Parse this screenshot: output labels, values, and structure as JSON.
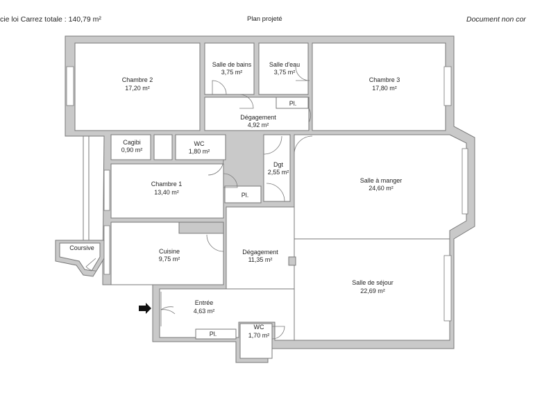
{
  "header": {
    "surface_total": "cie loi Carrez totale :  140,79 m²",
    "plan_label": "Plan projeté",
    "disclaimer": "Document non cor"
  },
  "rooms": {
    "chambre2": {
      "name": "Chambre 2",
      "area": "17,20 m²"
    },
    "sdb": {
      "name": "Salle de bains",
      "area": "3,75 m²"
    },
    "sde": {
      "name": "Salle d'eau",
      "area": "3,75 m²"
    },
    "chambre3": {
      "name": "Chambre 3",
      "area": "17,80 m²"
    },
    "pl_top": {
      "name": "Pl."
    },
    "degagement_top": {
      "name": "Dégagement",
      "area": "4,92 m²"
    },
    "cagibi": {
      "name": "Cagibi",
      "area": "0,90 m²"
    },
    "wc_top": {
      "name": "WC",
      "area": "1,80 m²"
    },
    "dgt": {
      "name": "Dgt",
      "area": "2,55 m²"
    },
    "salle_manger": {
      "name": "Salle à manger",
      "area": "24,60 m²"
    },
    "chambre1": {
      "name": "Chambre 1",
      "area": "13,40 m²"
    },
    "pl_mid": {
      "name": "Pl."
    },
    "coursive": {
      "name": "Coursive"
    },
    "cuisine": {
      "name": "Cuisine",
      "area": "9,75 m²"
    },
    "degagement_main": {
      "name": "Dégagement",
      "area": "11,35 m²"
    },
    "salle_sejour": {
      "name": "Salle de séjour",
      "area": "22,69 m²"
    },
    "entree": {
      "name": "Entrée",
      "area": "4,63 m²"
    },
    "wc_bottom": {
      "name": "WC",
      "area": "1,70 m²"
    },
    "pl_bottom": {
      "name": "Pl."
    }
  },
  "icons": {
    "entrance": "arrow-right-icon"
  }
}
